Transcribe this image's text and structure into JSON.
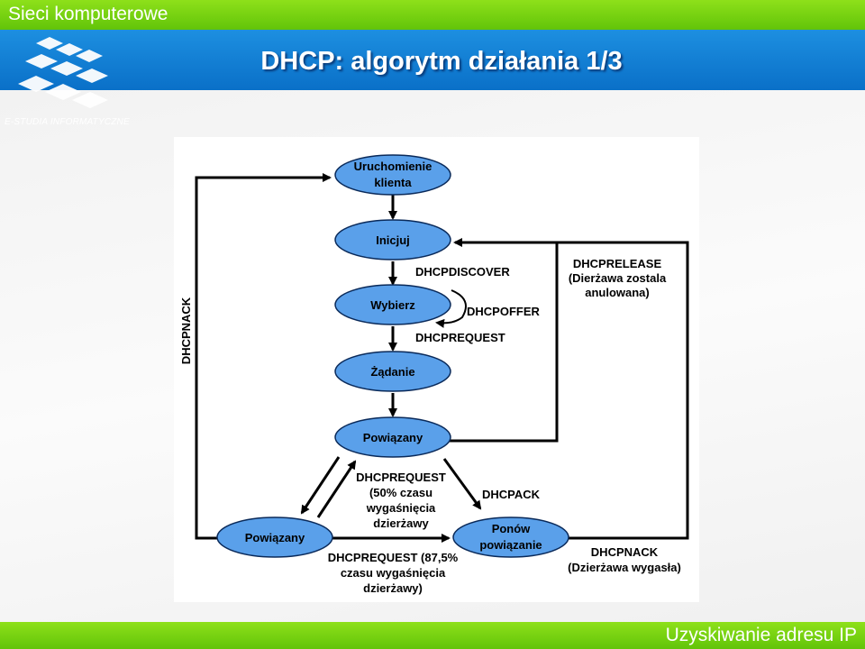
{
  "header": {
    "course": "Sieci komputerowe",
    "title": "DHCP: algorytm działania 1/3"
  },
  "logo": {
    "text": "E-STUDIA INFORMATYCZNE"
  },
  "footer": {
    "subtitle": "Uzyskiwanie adresu IP"
  },
  "diagram": {
    "nodes": {
      "start": [
        "Uruchomienie",
        "klienta"
      ],
      "init": "Inicjuj",
      "select": "Wybierz",
      "request": "Żądanie",
      "bound": "Powiązany",
      "rebinding": "Powiązany",
      "renew": [
        "Ponów",
        "powiązanie"
      ]
    },
    "labels": {
      "discover": "DHCPDISCOVER",
      "offer": "DHCPOFFER",
      "request": "DHCPREQUEST",
      "release": [
        "DHCPRELEASE",
        "(Dierżawa zostala",
        "anulowana)"
      ],
      "nack_left": "DHCPNACK",
      "req50": [
        "DHCPREQUEST",
        "(50% czasu",
        "wygaśnięcia",
        "dzierżawy"
      ],
      "ack": "DHCPACK",
      "req875": [
        "DHCPREQUEST (87,5%",
        "czasu wygaśnięcia",
        "dzierżawy)"
      ],
      "nack_right": [
        "DHCPNACK",
        "(Dzierżawa wygasła)"
      ]
    }
  }
}
